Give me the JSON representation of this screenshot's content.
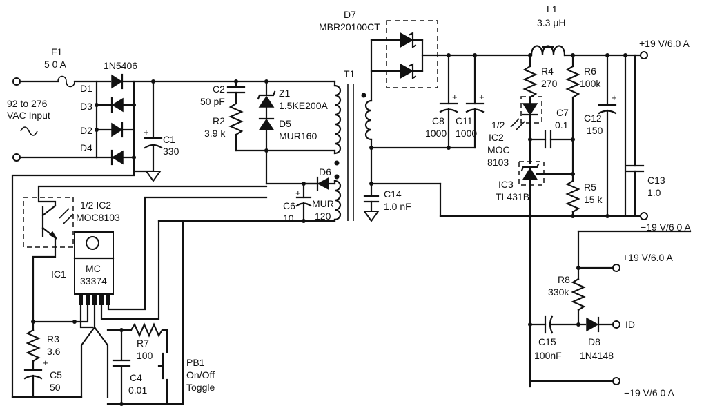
{
  "labels": {
    "f1": "F1",
    "f1_val": "5 0 A",
    "d_1n5406": "1N5406",
    "d1": "D1",
    "d3": "D3",
    "d2": "D2",
    "d4": "D4",
    "input1": "92 to 276",
    "input2": "VAC Input",
    "c1": "C1",
    "c1_val": "330",
    "c2": "C2",
    "c2_val": "50 pF",
    "r2": "R2",
    "r2_val": "3.9 k",
    "z1": "Z1",
    "z1_val": "1.5KE200A",
    "d5": "D5",
    "d5_val": "MUR160",
    "d7": "D7",
    "d7_val": "MBR20100CT",
    "t1": "T1",
    "d6": "D6",
    "d6_val1": "MUR",
    "d6_val2": "120",
    "c6": "C6",
    "c6_val": "10",
    "c14": "C14",
    "c14_val": "1.0 nF",
    "c8": "C8",
    "c8_val": "1000",
    "c11": "C11",
    "c11_val": "1000",
    "l1": "L1",
    "l1_val": "3.3 μH",
    "r4": "R4",
    "r4_val": "270",
    "r6": "R6",
    "r6_val": "100k",
    "c7": "C7",
    "c7_val": "0.1",
    "c12": "C12",
    "c12_val": "150",
    "ic2b_1": "1/2",
    "ic2b_2": "IC2",
    "ic2b_3": "MOC",
    "ic2b_4": "8103",
    "ic3": "IC3",
    "ic3_val": "TL431B",
    "r5": "R5",
    "r5_val": "15 k",
    "c13": "C13",
    "c13_val": "1.0",
    "out_pos": "+19 V/6.0 A",
    "out_neg": "−19 V/6 0 A",
    "ic2a_1": "1/2 IC2",
    "ic2a_2": "MOC8103",
    "ic1": "IC1",
    "ic1_val1": "MC",
    "ic1_val2": "33374",
    "r3": "R3",
    "r3_val": "3.6",
    "c5": "C5",
    "c5_val": "50",
    "r7": "R7",
    "r7_val": "100",
    "c4": "C4",
    "c4_val": "0.01",
    "pb1_1": "PB1",
    "pb1_2": "On/Off",
    "pb1_3": "Toggle",
    "r8": "R8",
    "r8_val": "330k",
    "c15": "C15",
    "c15_val": "100nF",
    "d8": "D8",
    "d8_val": "1N4148",
    "out2_pos": "+19 V/6.0 A",
    "out2_id": "ID",
    "out2_neg": "−19 V/6 0 A"
  }
}
